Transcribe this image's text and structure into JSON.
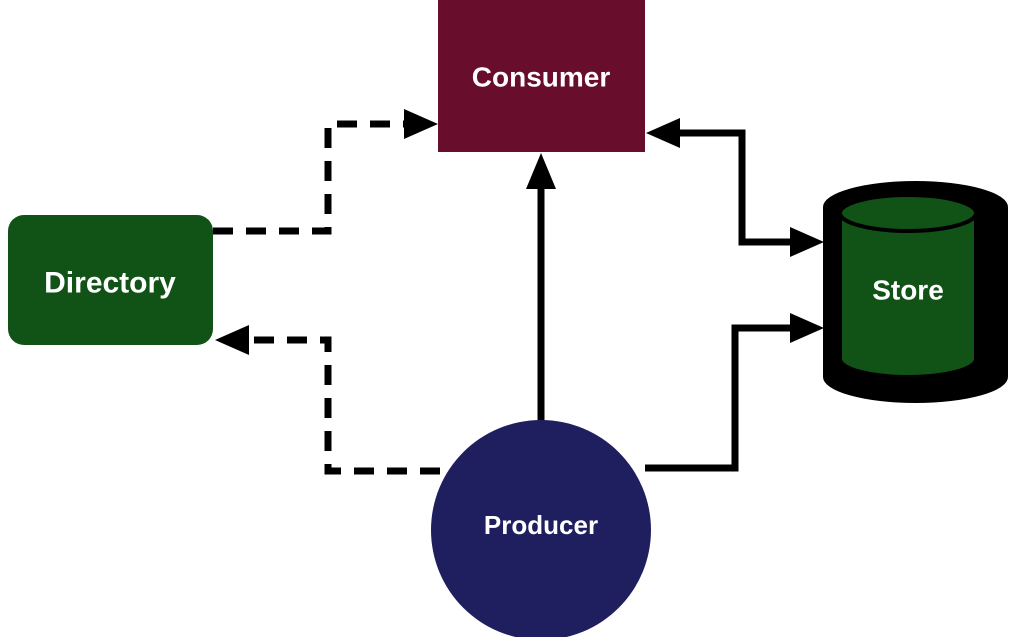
{
  "diagram": {
    "background": "#ffffff",
    "line_color": "#000000",
    "text_color": "#ffffff",
    "nodes": [
      {
        "id": "consumer",
        "label": "Consumer",
        "shape": "rectangle",
        "color": "#690d2c"
      },
      {
        "id": "directory",
        "label": "Directory",
        "shape": "rounded-rectangle",
        "color": "#115216"
      },
      {
        "id": "producer",
        "label": "Producer",
        "shape": "circle",
        "color": "#1f1f60"
      },
      {
        "id": "store",
        "label": "Store",
        "shape": "cylinder",
        "color": "#115216"
      }
    ],
    "edges": [
      {
        "from": "directory",
        "to": "consumer",
        "style": "dashed",
        "arrow": "single"
      },
      {
        "from": "producer",
        "to": "directory",
        "style": "dashed",
        "arrow": "single"
      },
      {
        "from": "producer",
        "to": "consumer",
        "style": "solid",
        "arrow": "single"
      },
      {
        "from": "consumer",
        "to": "store",
        "style": "solid",
        "arrow": "double"
      },
      {
        "from": "producer",
        "to": "store",
        "style": "solid",
        "arrow": "single"
      }
    ]
  }
}
